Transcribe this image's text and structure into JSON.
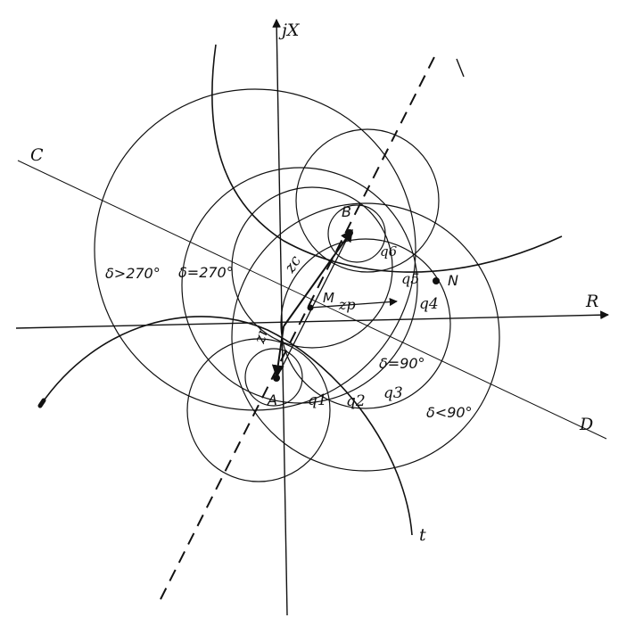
{
  "diagram": {
    "axis_labels": {
      "vertical": "jX",
      "horizontal": "R"
    },
    "line_labels": {
      "upper_left": "C",
      "lower_right": "D",
      "bottom_curve": "t"
    },
    "points": {
      "A": "A",
      "B": "B",
      "M": "M",
      "N": "N"
    },
    "vectors": {
      "zr": "zr",
      "zc": "zc",
      "zp": "zp"
    },
    "regions": {
      "q1": "q1",
      "q2": "q2",
      "q3": "q3",
      "q4": "q4",
      "q5": "q5",
      "q6": "q6"
    },
    "angle_labels": {
      "delta_gt_270": "δ>270°",
      "delta_eq_270": "δ=270°",
      "delta_eq_90": "δ=90°",
      "delta_lt_90": "δ<90°"
    }
  }
}
